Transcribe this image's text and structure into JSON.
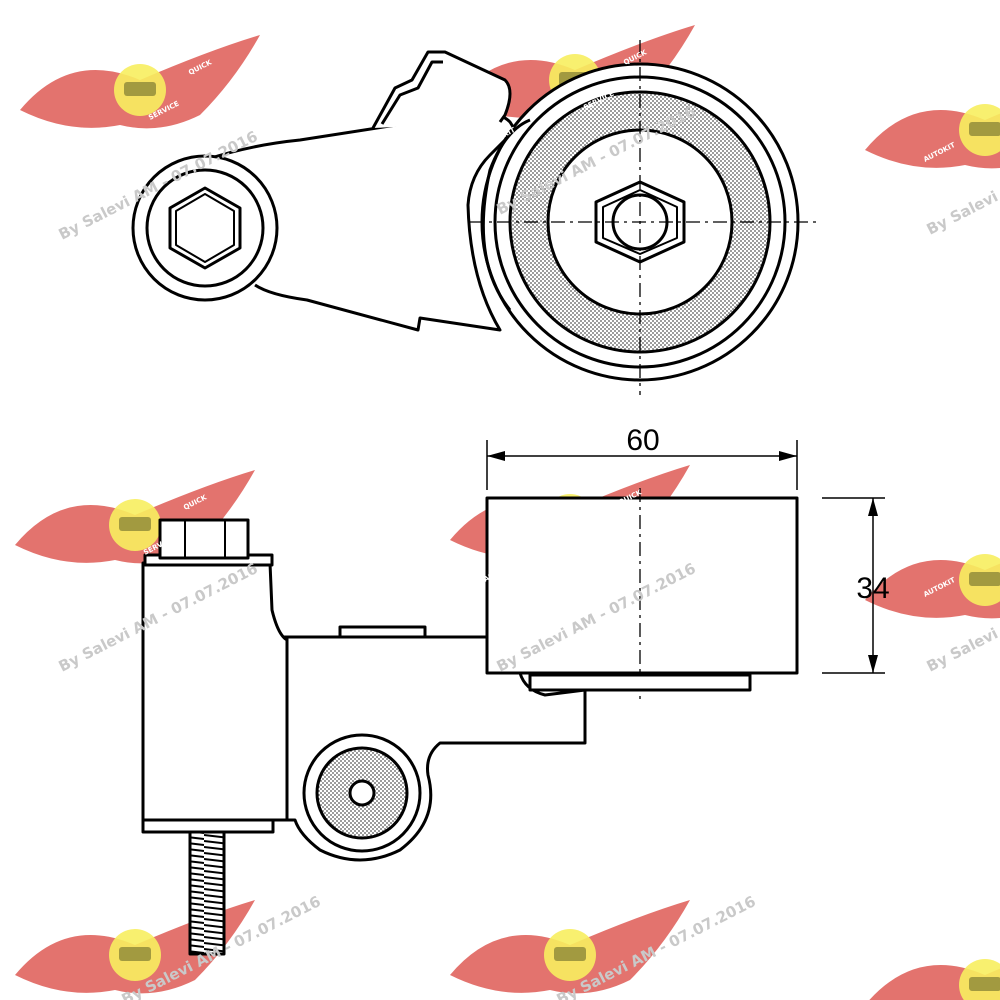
{
  "dimensions": {
    "width_label": "60",
    "height_label": "34"
  },
  "watermark": {
    "credit": "By Salevi AM - 07.07.2016",
    "brand_left": "AUTOKIT",
    "brand_right": "QUICK",
    "brand_mid": "SERVICE"
  },
  "colors": {
    "watermark_red": "#d9443e",
    "watermark_yellow": "#f7ee5f",
    "line": "#000000",
    "hatch": "#9a9a9a"
  }
}
